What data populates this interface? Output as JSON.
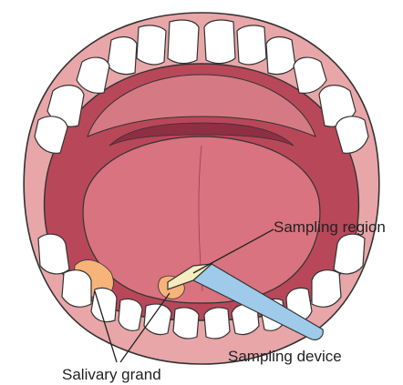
{
  "figure": {
    "labels": {
      "sampling_region": "Sampling region",
      "sampling_device": "Sampling device",
      "salivary_gland": "Salivary grand"
    }
  },
  "colors": {
    "outline": "#333333",
    "lip": "#e8a6a8",
    "mouth_interior": "#b9475a",
    "tongue": "#d9737f",
    "gland": "#f6b37a",
    "device_strip": "#9fcbea",
    "device_tip": "#f6ecc0",
    "tooth": "#ffffff"
  }
}
